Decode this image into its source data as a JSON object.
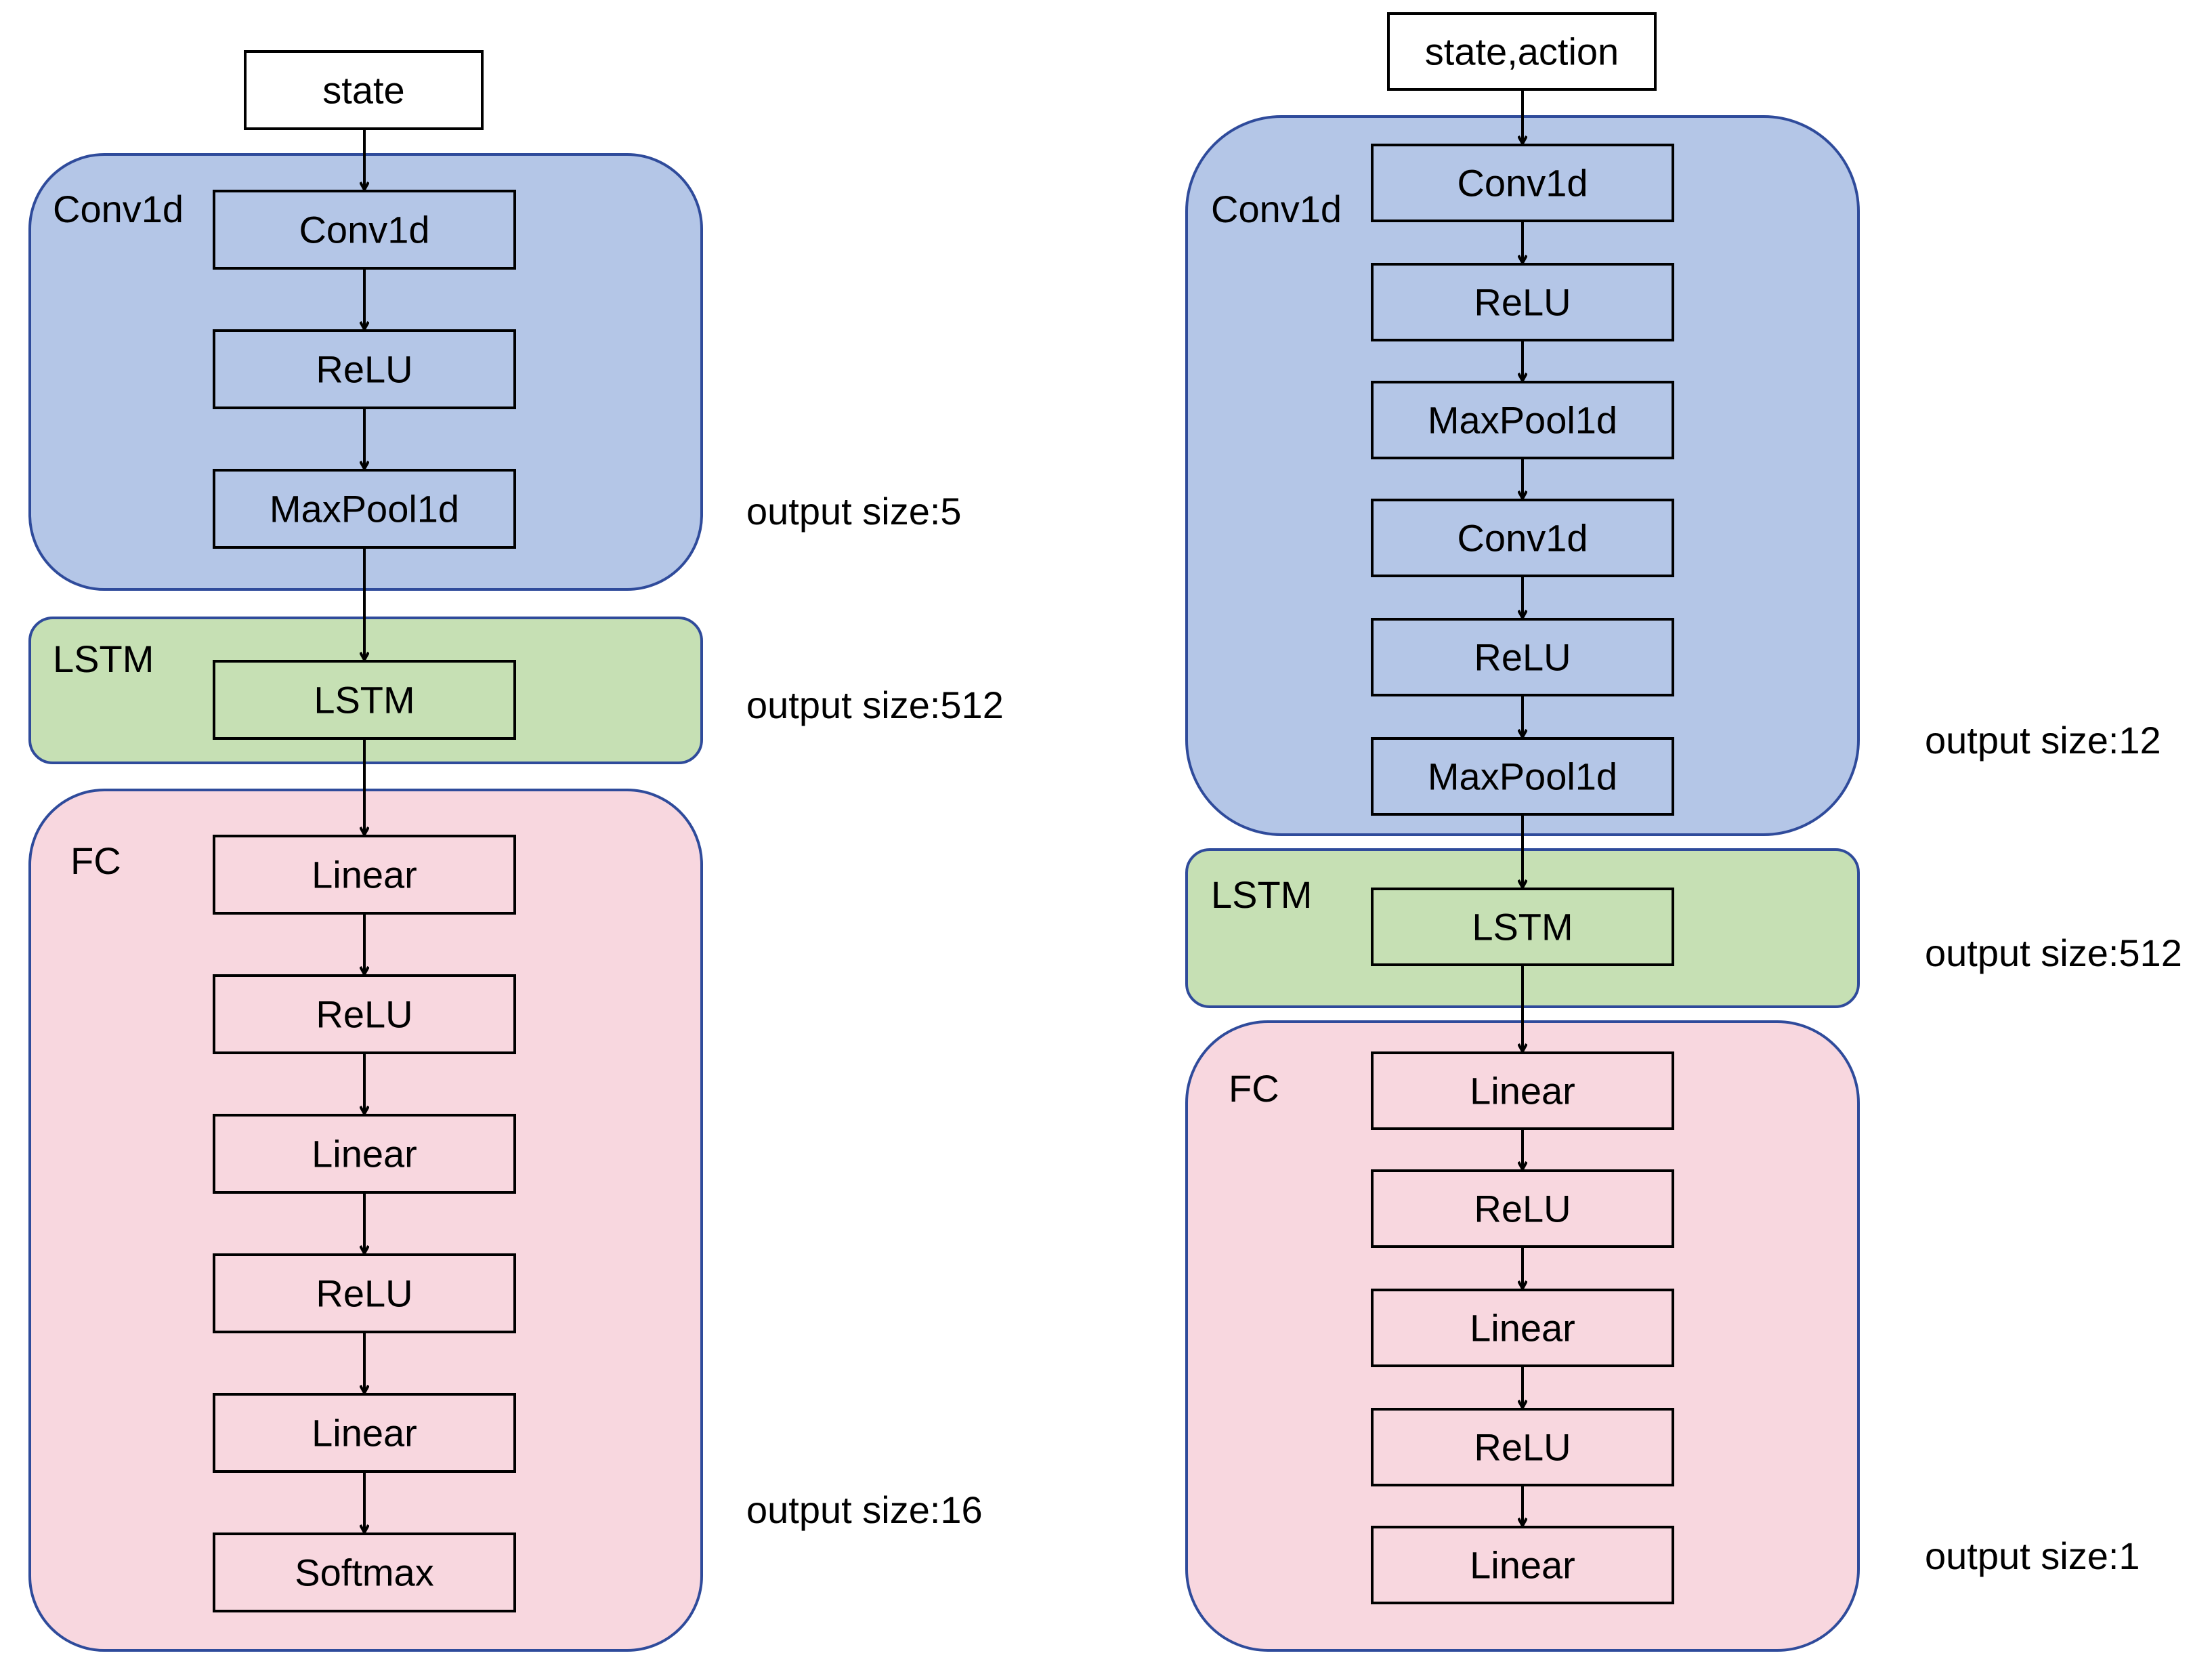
{
  "left_network": {
    "input": "state",
    "groups": {
      "conv": {
        "label": "Conv1d",
        "layers": [
          "Conv1d",
          "ReLU",
          "MaxPool1d"
        ]
      },
      "lstm": {
        "label": "LSTM",
        "layers": [
          "LSTM"
        ]
      },
      "fc": {
        "label": "FC",
        "layers": [
          "Linear",
          "ReLU",
          "Linear",
          "ReLU",
          "Linear",
          "Softmax"
        ]
      }
    },
    "outputs": {
      "conv": "output size:5",
      "lstm": "output size:512",
      "fc": "output size:16"
    }
  },
  "right_network": {
    "input": "state,action",
    "groups": {
      "conv": {
        "label": "Conv1d",
        "layers": [
          "Conv1d",
          "ReLU",
          "MaxPool1d",
          "Conv1d",
          "ReLU",
          "MaxPool1d"
        ]
      },
      "lstm": {
        "label": "LSTM",
        "layers": [
          "LSTM"
        ]
      },
      "fc": {
        "label": "FC",
        "layers": [
          "Linear",
          "ReLU",
          "Linear",
          "ReLU",
          "Linear"
        ]
      }
    },
    "outputs": {
      "conv": "output size:12",
      "lstm": "output size:512",
      "fc": "output size:1"
    }
  },
  "colors": {
    "conv_fill": "#b4c6e7",
    "lstm_fill": "#c6e0b4",
    "fc_fill": "#f8d7df",
    "group_stroke": "#2f4b9b"
  }
}
